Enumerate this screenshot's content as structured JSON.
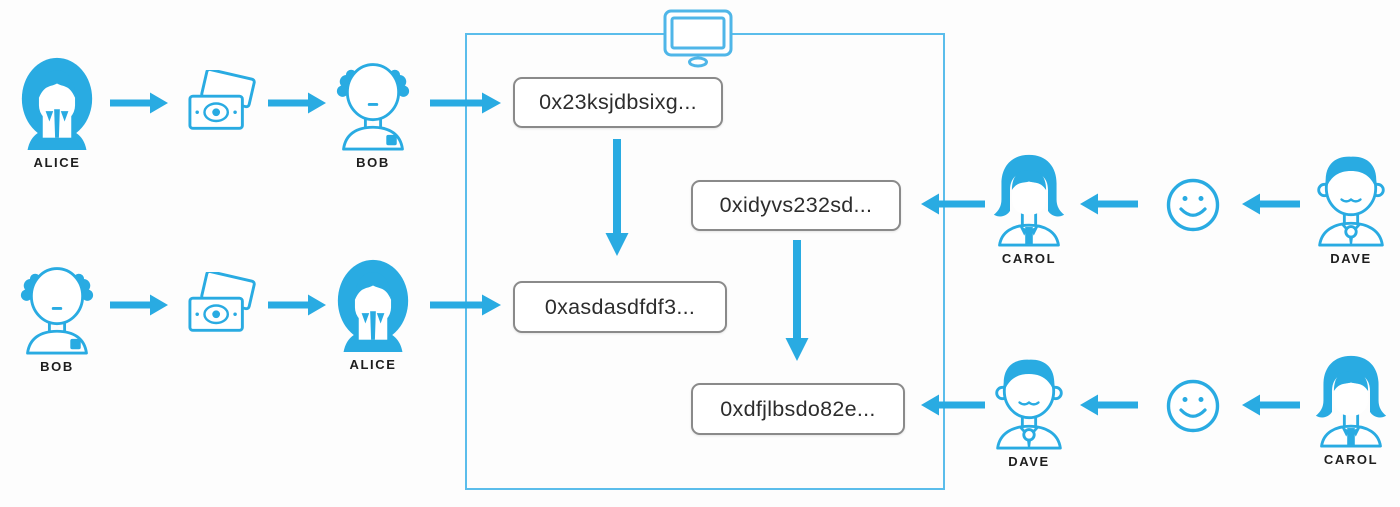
{
  "colors": {
    "accent_blue": "#29ABE2",
    "container_border_blue": "#5BBDEB",
    "hash_box_border": "#8A8A8A",
    "hash_text": "#2D2D2D",
    "label_text": "#1E1E1E",
    "background": "#FDFDFD"
  },
  "personas": [
    {
      "id": "alice-sender-top",
      "label": "ALICE",
      "avatar": "woman-long-hair"
    },
    {
      "id": "bob-receiver-top",
      "label": "BOB",
      "avatar": "bald-man"
    },
    {
      "id": "bob-sender-bottom",
      "label": "BOB",
      "avatar": "bald-man"
    },
    {
      "id": "alice-receiver-bottom",
      "label": "ALICE",
      "avatar": "woman-long-hair"
    },
    {
      "id": "carol-receiver-top",
      "label": "CAROL",
      "avatar": "woman-bob-hair"
    },
    {
      "id": "dave-sender-top",
      "label": "DAVE",
      "avatar": "man-mustache"
    },
    {
      "id": "dave-receiver-bottom",
      "label": "DAVE",
      "avatar": "man-mustache"
    },
    {
      "id": "carol-sender-bottom",
      "label": "CAROL",
      "avatar": "woman-bob-hair"
    }
  ],
  "icons": {
    "money": "cash-banknotes-icon",
    "smiley": "smiley-face-icon",
    "monitor": "computer-monitor-icon"
  },
  "network_box": {
    "transactions": [
      "0x23ksjdbsixg...",
      "0xidyvs232sd...",
      "0xasdasdfdf3...",
      "0xdfjlbsdo82e..."
    ]
  }
}
